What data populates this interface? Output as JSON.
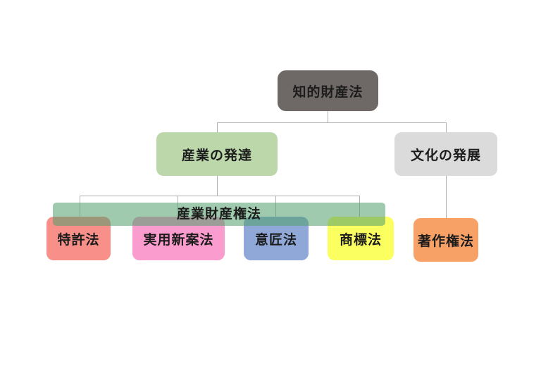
{
  "diagram": {
    "background": "#FFFFFF",
    "connector_color": "#AFAFAF",
    "text_color": "#1C1C1C",
    "nodes": {
      "root": {
        "label": "知的財産法",
        "bg": "#6E6967"
      },
      "industry": {
        "label": "産業の発達",
        "bg": "#BCD8AB"
      },
      "culture": {
        "label": "文化の発展",
        "bg": "#DBDBDB"
      },
      "industrial_property_banner": {
        "label": "産業財産権法",
        "bg": "rgba(80,158,106,0.55)"
      },
      "patent": {
        "label": "特許法",
        "bg": "#F98F89"
      },
      "utility_model": {
        "label": "実用新案法",
        "bg": "#FB9CCE"
      },
      "design": {
        "label": "意匠法",
        "bg": "#8FA8D8"
      },
      "trademark": {
        "label": "商標法",
        "bg": "#FCFF60"
      },
      "copyright": {
        "label": "著作権法",
        "bg": "#F8A166"
      }
    }
  }
}
